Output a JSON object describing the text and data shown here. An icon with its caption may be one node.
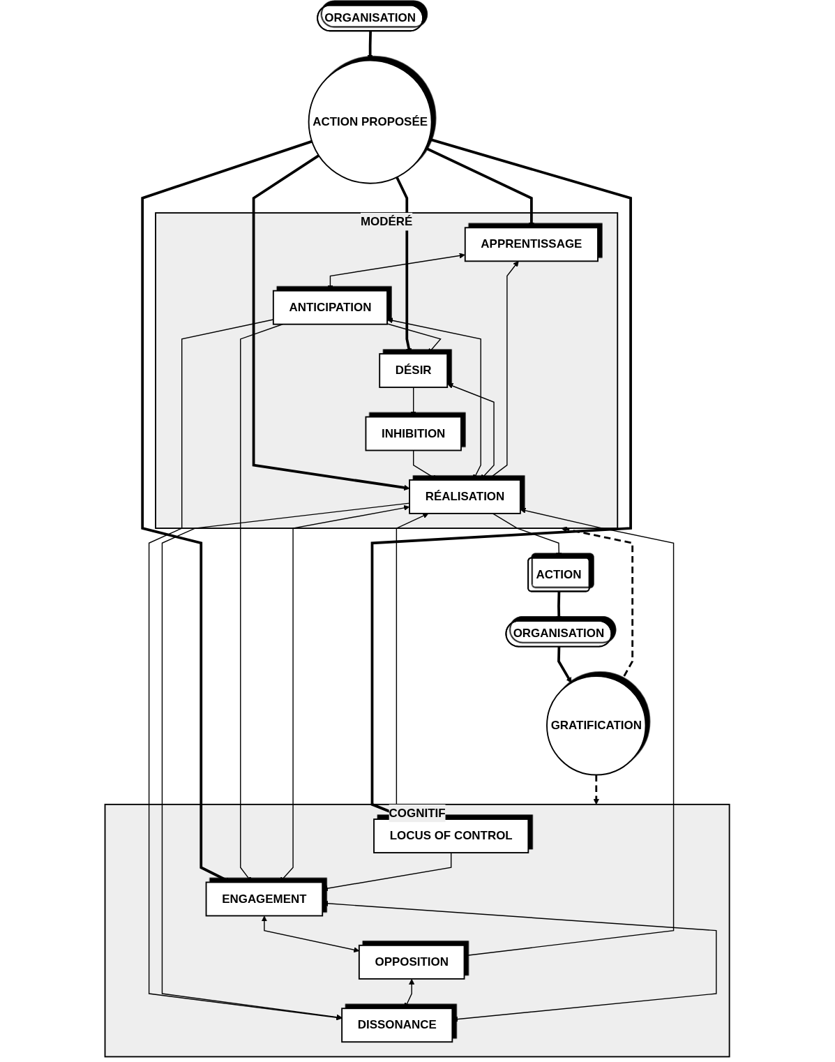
{
  "diagram": {
    "nodes": [
      {
        "text": [
          "ORGANISATION"
        ]
      },
      {
        "text": [
          "ACTION PROPOSÉE"
        ]
      },
      {
        "text": [
          "MODÉRÉ"
        ]
      },
      {
        "text": [
          "APPRENTISSAGE"
        ],
        "in": 2
      },
      {
        "text": [
          "ANTICIPATION"
        ],
        "in": 2
      },
      {
        "text": [
          "DÉSIR"
        ],
        "in": 2
      },
      {
        "text": [
          "INHIBITION"
        ],
        "in": 2
      },
      {
        "text": [
          "RÉALISATION"
        ],
        "in": 2
      },
      {
        "text": [
          "COGNITIF"
        ]
      },
      {
        "text": [
          "LOCUS OF CONTROL"
        ],
        "in": 8
      },
      {
        "text": [
          "ENGAGEMENT"
        ],
        "in": 8
      },
      {
        "text": [
          "OPPOSITION"
        ],
        "in": 8
      },
      {
        "text": [
          "DISSONANCE"
        ],
        "in": 8
      },
      {
        "text": [
          "ACTION"
        ]
      },
      {
        "text": [
          "ORGANISATION"
        ]
      },
      {
        "text": [
          "GRATIFICATION"
        ]
      }
    ],
    "edges": [
      {
        "from": 0,
        "to": 1,
        "arrow": "to",
        "style": "thick"
      },
      {
        "from": 1,
        "to": 3,
        "arrow": "to",
        "style": "thick"
      },
      {
        "from": 1,
        "to": 9,
        "arrow": "to",
        "style": "thick"
      },
      {
        "from": 1,
        "to": 5,
        "arrow": "to",
        "style": "thick"
      },
      {
        "from": 1,
        "to": 10,
        "arrow": "to",
        "style": "thick"
      },
      {
        "from": 1,
        "to": 7,
        "arrow": "to",
        "style": "thick"
      },
      {
        "from": 3,
        "to": 4,
        "arrow": "both"
      },
      {
        "from": 4,
        "to": 5,
        "arrow": "to"
      },
      {
        "from": 5,
        "to": 6,
        "arrow": "to"
      },
      {
        "from": 6,
        "to": 7,
        "arrow": "to"
      },
      {
        "from": 7,
        "to": 3,
        "arrow": "to"
      },
      {
        "from": 4,
        "to": 7,
        "arrow": "both"
      },
      {
        "from": 5,
        "to": 7,
        "arrow": "both"
      },
      {
        "from": 4,
        "to": 10,
        "arrow": "to"
      },
      {
        "from": 4,
        "to": 12,
        "arrow": "to"
      },
      {
        "from": 7,
        "to": 9,
        "arrow": "both"
      },
      {
        "from": 7,
        "to": 10,
        "arrow": "both"
      },
      {
        "from": 11,
        "to": 7,
        "arrow": "to"
      },
      {
        "from": 7,
        "to": 12,
        "arrow": "to"
      },
      {
        "from": 9,
        "to": 10,
        "arrow": "to"
      },
      {
        "from": 10,
        "to": 11,
        "arrow": "both"
      },
      {
        "from": 11,
        "to": 12,
        "arrow": "both"
      },
      {
        "from": 10,
        "to": 12,
        "arrow": "both"
      },
      {
        "from": 7,
        "to": 13,
        "arrow": "to"
      },
      {
        "from": 13,
        "to": 14,
        "arrow": "to",
        "style": "thick"
      },
      {
        "from": 14,
        "to": 15,
        "arrow": "to",
        "style": "thick"
      },
      {
        "from": 15,
        "to": 2,
        "arrow": "to",
        "style": "dashed"
      },
      {
        "from": 15,
        "to": 8,
        "arrow": "to",
        "style": "dashed"
      }
    ]
  }
}
